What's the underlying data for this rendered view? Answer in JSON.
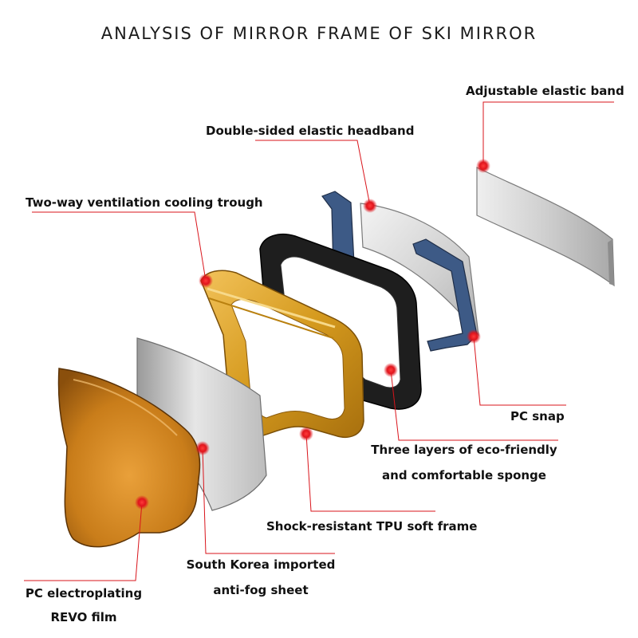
{
  "title": "ANALYSIS OF MIRROR FRAME OF SKI MIRROR",
  "colors": {
    "leader_line": "#d9141b",
    "dot": "#e0141c",
    "lens": "#c97d1a",
    "tpu_frame": "#d59a1e",
    "sponge": "#222222",
    "snap": "#3d5a86",
    "band": "#c8c8c8"
  },
  "labels": {
    "elastic_band": "Adjustable elastic band",
    "headband": "Double-sided elastic headband",
    "ventilation": "Two-way ventilation cooling trough",
    "pc_snap": "PC snap",
    "sponge_1": "Three layers of eco-friendly",
    "sponge_2": "and comfortable sponge",
    "tpu": "Shock-resistant TPU soft frame",
    "antifog_1": "South Korea imported",
    "antifog_2": "anti-fog sheet",
    "revo_1": "PC electroplating",
    "revo_2": "REVO film"
  }
}
